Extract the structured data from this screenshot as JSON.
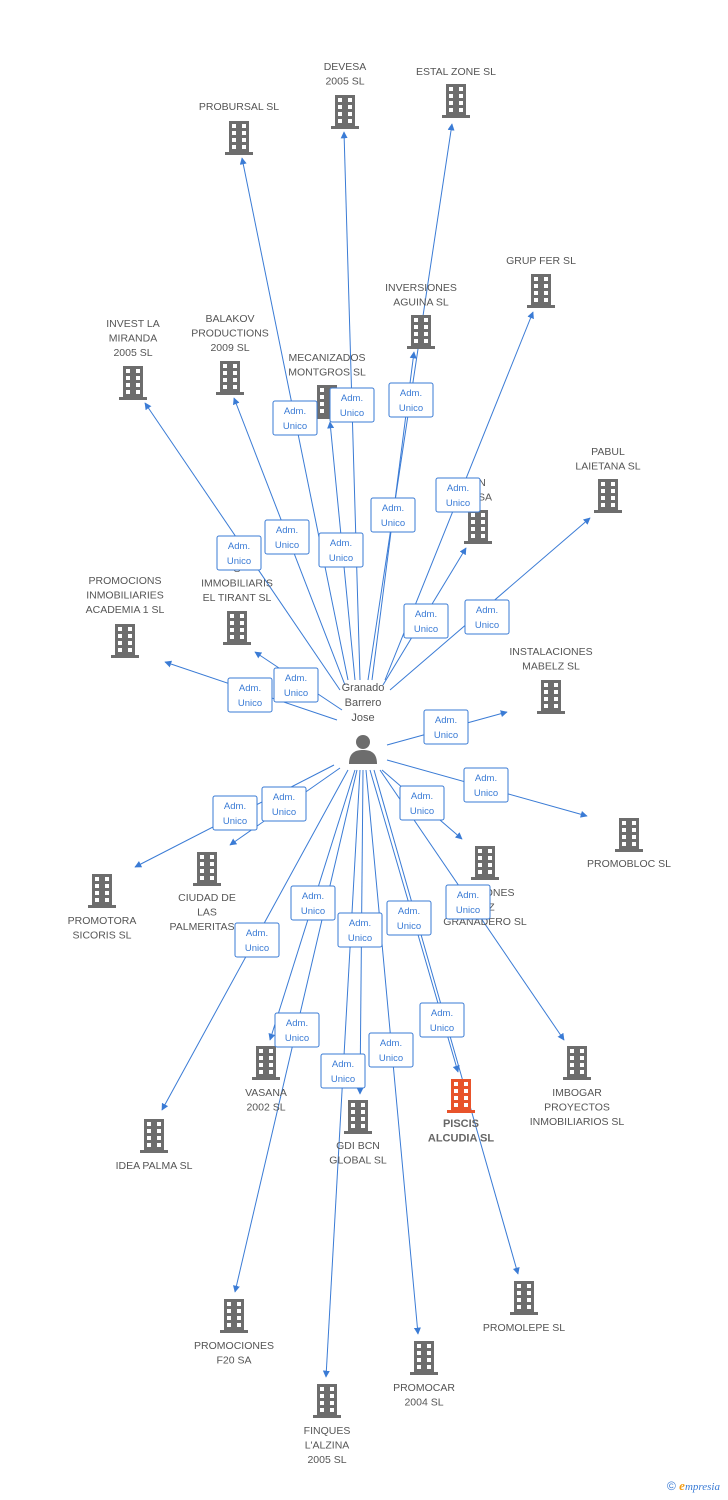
{
  "colors": {
    "edge": "#3a7bd5",
    "node": "#6d6d6d",
    "highlight": "#e8532b",
    "person": "#6d6d6d"
  },
  "center": {
    "label_lines": [
      "Granado",
      "Barrero",
      "Jose"
    ],
    "icon": "person-icon"
  },
  "relation_label_lines": [
    "Adm.",
    "Unico"
  ],
  "nodes": [
    {
      "id": "devesa",
      "lines": [
        "DEVESA",
        "2005 SL"
      ]
    },
    {
      "id": "estal",
      "lines": [
        "ESTAL ZONE SL"
      ]
    },
    {
      "id": "probursal",
      "lines": [
        "PROBURSAL SL"
      ]
    },
    {
      "id": "grupfer",
      "lines": [
        "GRUP FER SL"
      ]
    },
    {
      "id": "inversiones",
      "lines": [
        "INVERSIONES",
        "AGUINA SL"
      ]
    },
    {
      "id": "investla",
      "lines": [
        "INVEST LA",
        "MIRANDA",
        "2005 SL"
      ]
    },
    {
      "id": "balakov",
      "lines": [
        "BALAKOV",
        "PRODUCTIONS",
        "2009 SL"
      ]
    },
    {
      "id": "mecanizados",
      "lines": [
        "MECANIZADOS",
        "MONTGROS SL"
      ]
    },
    {
      "id": "pabul",
      "lines": [
        "PABUL",
        "LAIETANA SL"
      ]
    },
    {
      "id": "constrsa",
      "lines": [
        "ON",
        "IO SA"
      ]
    },
    {
      "id": "academia",
      "lines": [
        "PROMOCIONS",
        "INMOBILIARIES",
        "ACADEMIA 1 SL"
      ]
    },
    {
      "id": "tirant",
      "lines": [
        "S",
        "IMMOBILIARIS",
        "EL TIRANT SL"
      ]
    },
    {
      "id": "mabelz",
      "lines": [
        "INSTALACIONES",
        "MABELZ SL"
      ]
    },
    {
      "id": "promobloc",
      "lines": [
        "PROMOBLOC SL"
      ]
    },
    {
      "id": "sicoris",
      "lines": [
        "PROMOTORA",
        "SICORIS SL"
      ]
    },
    {
      "id": "palmeritas",
      "lines": [
        "CIUDAD DE",
        "LAS",
        "PALMERITAS S"
      ]
    },
    {
      "id": "granadero",
      "lines": [
        "CO          CIONES",
        "LEZ",
        "GRANADERO SL"
      ]
    },
    {
      "id": "vasana",
      "lines": [
        "VASANA",
        "2002 SL"
      ]
    },
    {
      "id": "imbogar",
      "lines": [
        "IMBOGAR",
        "PROYECTOS",
        "INMOBILIARIOS SL"
      ]
    },
    {
      "id": "piscis",
      "lines": [
        "PISCIS",
        "ALCUDIA SL"
      ],
      "highlight": true
    },
    {
      "id": "gdibcn",
      "lines": [
        "GDI BCN",
        "GLOBAL SL"
      ]
    },
    {
      "id": "ideapalma",
      "lines": [
        "IDEA PALMA SL"
      ]
    },
    {
      "id": "promolepe",
      "lines": [
        "PROMOLEPE SL"
      ]
    },
    {
      "id": "f20",
      "lines": [
        "PROMOCIONES",
        "F20 SA"
      ]
    },
    {
      "id": "promocar",
      "lines": [
        "PROMOCAR",
        "2004 SL"
      ]
    },
    {
      "id": "finques",
      "lines": [
        "FINQUES",
        "L'ALZINA",
        "2005 SL"
      ]
    }
  ],
  "footer": {
    "copyright_symbol": "©",
    "brand_initial": "e",
    "brand_rest": "mpresia"
  }
}
